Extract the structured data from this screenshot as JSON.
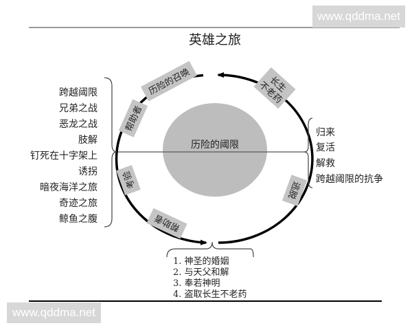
{
  "title": "英雄之旅",
  "center_label": "历险的阈限",
  "stages": {
    "call": "历险的召唤",
    "helper_top": "帮助者",
    "elixir": "长生不老药",
    "trials": "考验",
    "helper_bottom": "帮助者",
    "flight": "逃脱"
  },
  "left_list": [
    "跨越阈限",
    "兄弟之战",
    "恶龙之战",
    "肢解",
    "钉死在十字架上",
    "诱拐",
    "暗夜海洋之旅",
    "奇迹之旅",
    "鲸鱼之腹"
  ],
  "right_list": [
    "归来",
    "复活",
    "解救",
    "跨越阈限的抗争"
  ],
  "bottom_list": [
    "1. 神圣的婚姻",
    "2. 与天父和解",
    "3. 奉若神明",
    "4. 盗取长生不老药"
  ],
  "watermarks": {
    "top": "www.qddma.net",
    "bottom": "www.qddma.net"
  },
  "colors": {
    "gray_disc": "#bdbdbd",
    "label_box": "#c4c4c4",
    "line": "#000000"
  }
}
